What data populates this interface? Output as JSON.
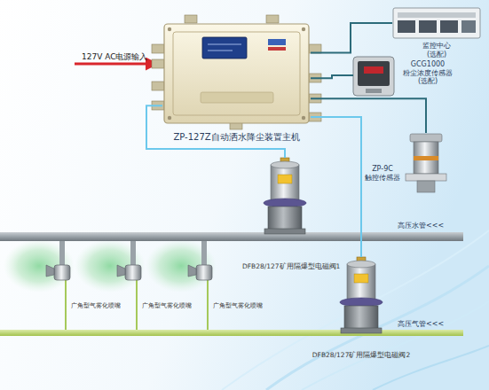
{
  "diagram": {
    "nodes": [
      {
        "text": [
          "ZP-127Z自动洒水降尘装置主机"
        ]
      },
      {
        "text": [
          "监控中心 (选配)"
        ]
      },
      {
        "text": [
          "GCG1000 粉尘浓度传感器 (选配)"
        ]
      },
      {
        "text": [
          "ZP-9C 触控传感器"
        ]
      },
      {
        "text": [
          "DFB28/127矿用隔爆型电磁阀1"
        ]
      },
      {
        "text": [
          "DFB28/127矿用隔爆型电磁阀2"
        ]
      }
    ],
    "edges": [
      {
        "from": 0,
        "to": 1,
        "arrow": "none"
      },
      {
        "from": 0,
        "to": 2,
        "arrow": "none"
      },
      {
        "from": 0,
        "to": 3,
        "arrow": "none"
      },
      {
        "from": 0,
        "to": 4,
        "arrow": "none"
      },
      {
        "from": 0,
        "to": 5,
        "arrow": "none"
      }
    ],
    "labels": [
      "127V AC电源输入",
      "高压水管<<<",
      "高压气管<<<",
      "广角型气雾化喷嘴",
      "广角型气雾化喷嘴",
      "广角型气雾化喷嘴"
    ]
  }
}
